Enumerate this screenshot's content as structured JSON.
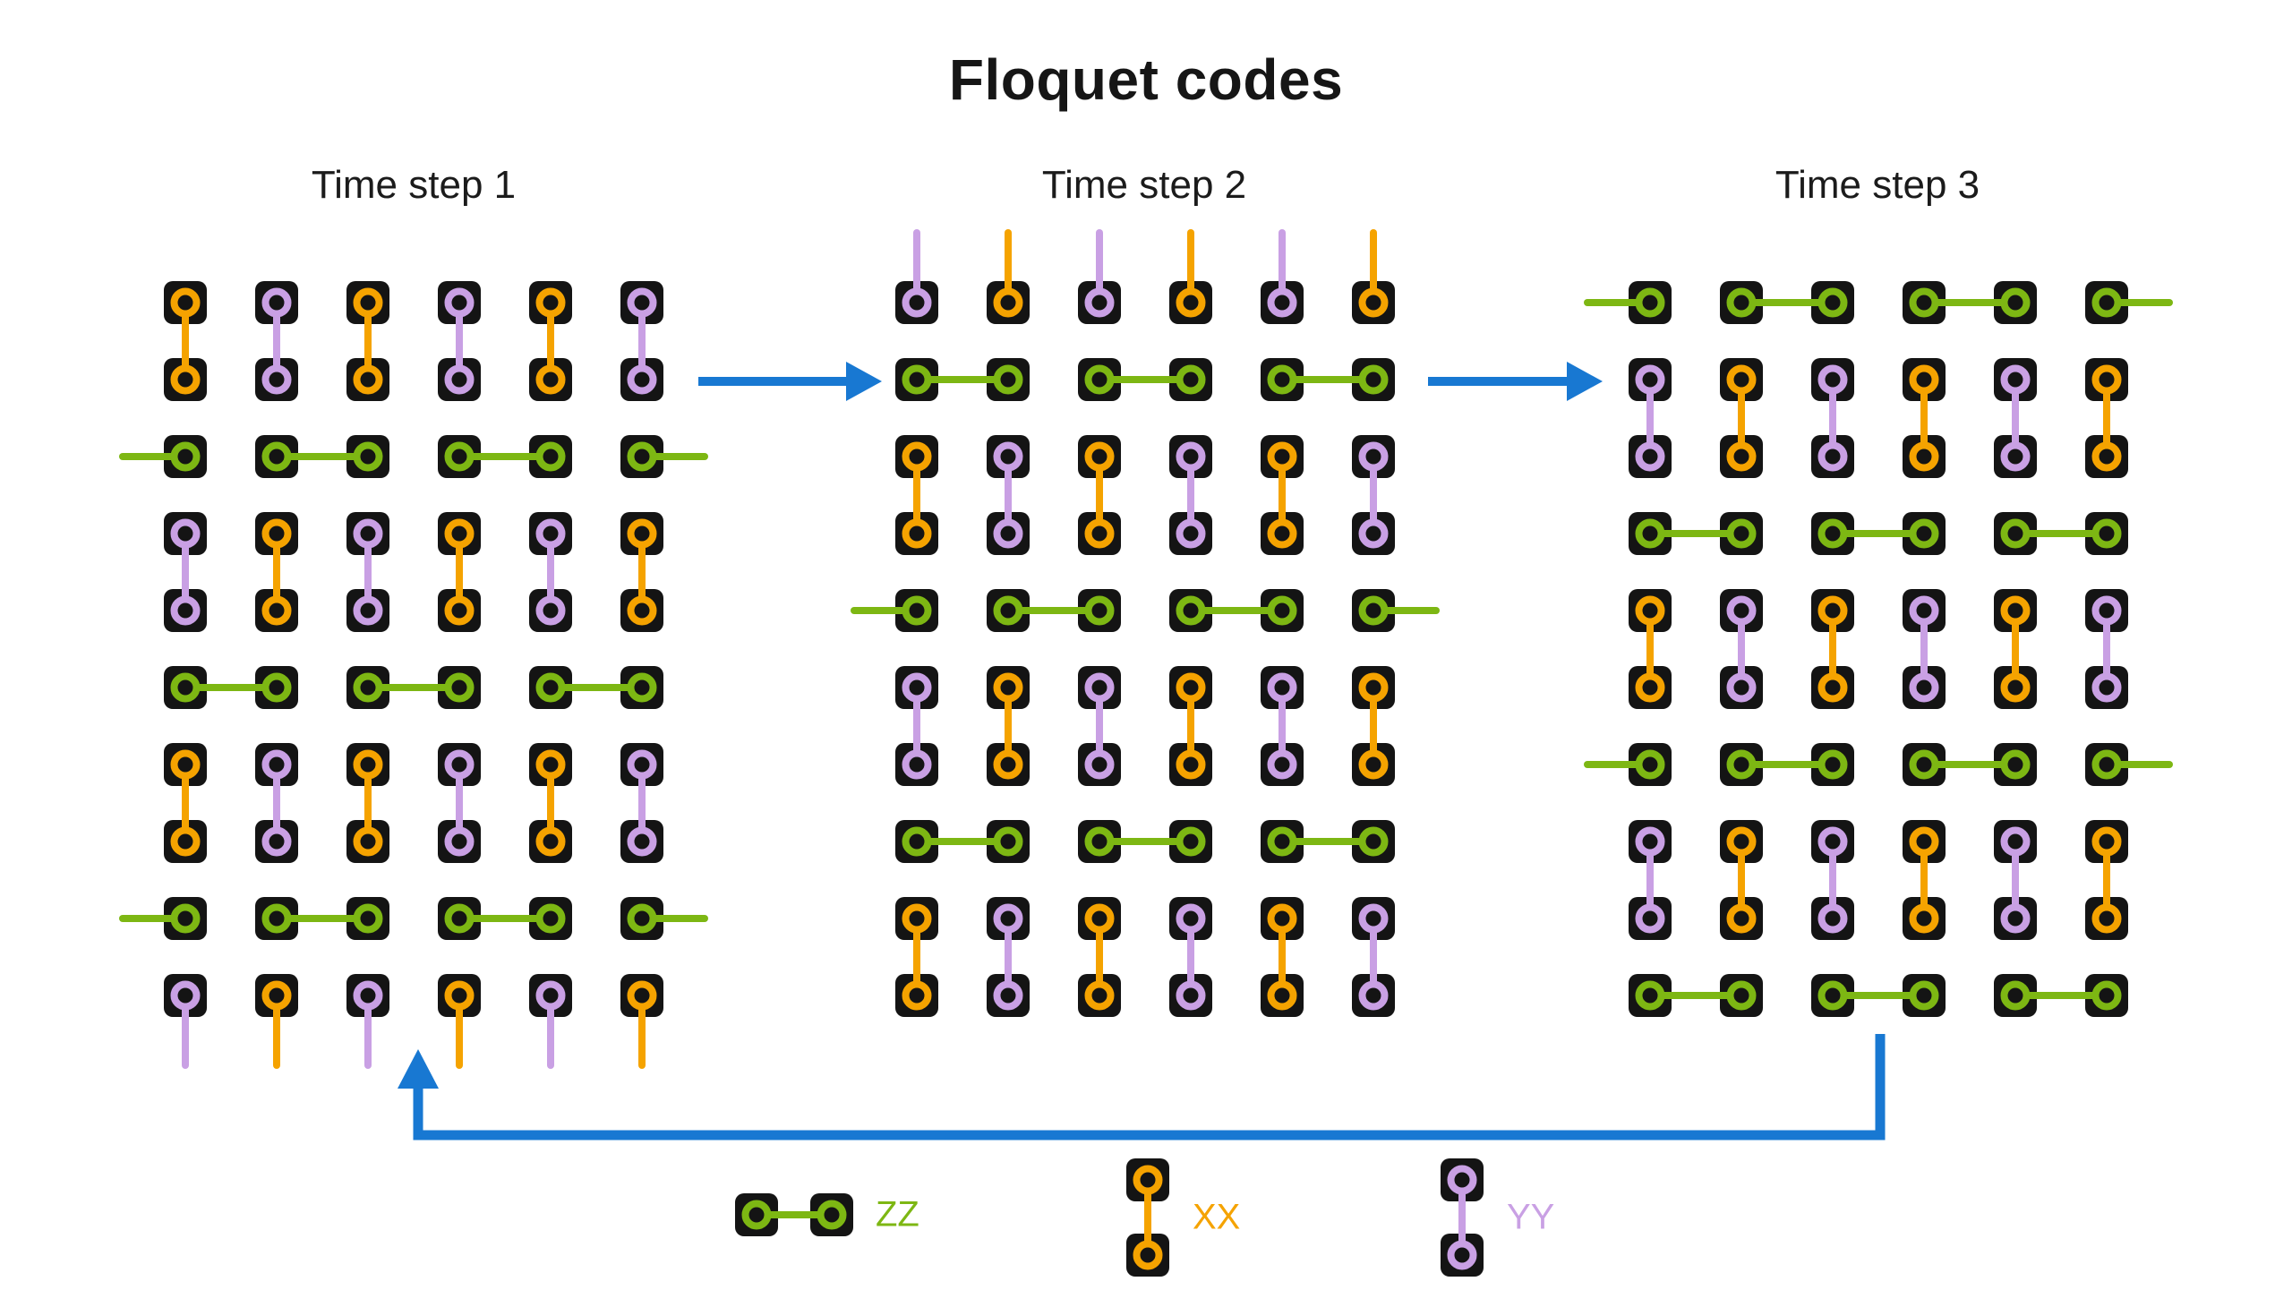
{
  "title": "Floquet codes",
  "colors": {
    "zz": "#7DB713",
    "xx": "#F5A300",
    "yy": "#C9A0E4",
    "arrow": "#1878D2",
    "qubit": "#141414",
    "text": "#1B1B1B"
  },
  "panels": [
    {
      "label": "Time step 1",
      "rows": [
        {
          "type": "vpair",
          "colors": [
            "xx",
            "yy",
            "xx",
            "yy",
            "xx",
            "yy"
          ]
        },
        {
          "type": "h_offset"
        },
        {
          "type": "vpair",
          "colors": [
            "yy",
            "xx",
            "yy",
            "xx",
            "yy",
            "xx"
          ]
        },
        {
          "type": "h_aligned"
        },
        {
          "type": "vpair",
          "colors": [
            "xx",
            "yy",
            "xx",
            "yy",
            "xx",
            "yy"
          ]
        },
        {
          "type": "h_offset"
        },
        {
          "type": "stubs_down",
          "colors": [
            "yy",
            "xx",
            "yy",
            "xx",
            "yy",
            "xx"
          ]
        }
      ]
    },
    {
      "label": "Time step 2",
      "rows": [
        {
          "type": "stubs_up",
          "colors": [
            "yy",
            "xx",
            "yy",
            "xx",
            "yy",
            "xx"
          ]
        },
        {
          "type": "h_aligned"
        },
        {
          "type": "vpair",
          "colors": [
            "xx",
            "yy",
            "xx",
            "yy",
            "xx",
            "yy"
          ]
        },
        {
          "type": "h_offset"
        },
        {
          "type": "vpair",
          "colors": [
            "yy",
            "xx",
            "yy",
            "xx",
            "yy",
            "xx"
          ]
        },
        {
          "type": "h_aligned"
        },
        {
          "type": "vpair",
          "colors": [
            "xx",
            "yy",
            "xx",
            "yy",
            "xx",
            "yy"
          ]
        }
      ]
    },
    {
      "label": "Time step 3",
      "rows": [
        {
          "type": "h_offset"
        },
        {
          "type": "vpair",
          "colors": [
            "yy",
            "xx",
            "yy",
            "xx",
            "yy",
            "xx"
          ]
        },
        {
          "type": "h_aligned"
        },
        {
          "type": "vpair",
          "colors": [
            "xx",
            "yy",
            "xx",
            "yy",
            "xx",
            "yy"
          ]
        },
        {
          "type": "h_offset"
        },
        {
          "type": "vpair",
          "colors": [
            "yy",
            "xx",
            "yy",
            "xx",
            "yy",
            "xx"
          ]
        },
        {
          "type": "h_aligned"
        }
      ]
    }
  ],
  "arrows": [
    {
      "from": "Time step 1",
      "to": "Time step 2",
      "style": "straight"
    },
    {
      "from": "Time step 2",
      "to": "Time step 3",
      "style": "straight"
    },
    {
      "from": "Time step 3",
      "to": "Time step 1",
      "style": "loop"
    }
  ],
  "legend": [
    {
      "label": "ZZ",
      "color": "zz",
      "orientation": "horizontal"
    },
    {
      "label": "XX",
      "color": "xx",
      "orientation": "vertical"
    },
    {
      "label": "YY",
      "color": "yy",
      "orientation": "vertical"
    }
  ]
}
